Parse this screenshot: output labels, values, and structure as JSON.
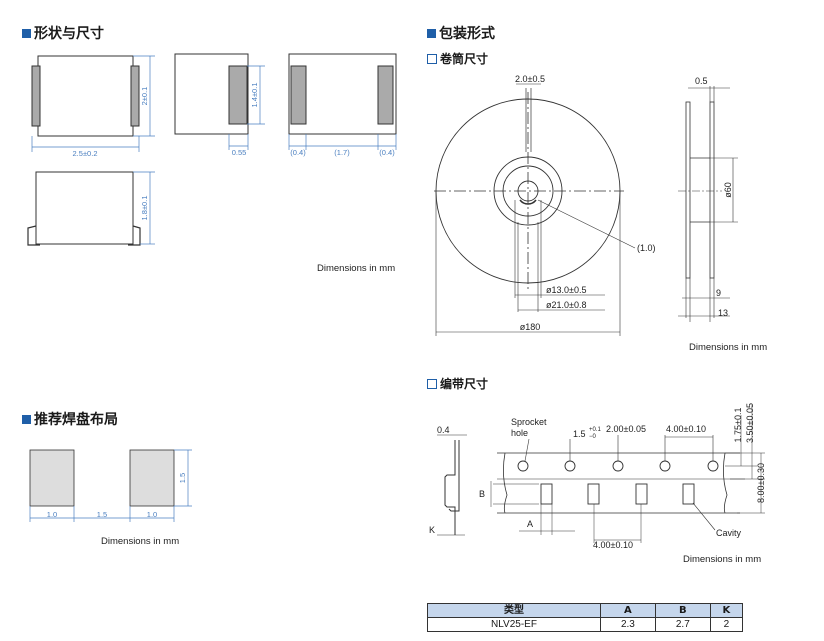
{
  "sections": {
    "shape": "形状与尺寸",
    "packaging": "包装形式",
    "reel": "卷筒尺寸",
    "land": "推荐焊盘布局",
    "tape": "编带尺寸"
  },
  "dims_note": "Dimensions in mm",
  "shape_dims": {
    "height": "2±0.1",
    "width": "2.5±0.2",
    "term_h": "1.4±0.1",
    "term_w": "0.55",
    "side_l": "(0.4)",
    "side_m": "(1.7)",
    "side_r": "(0.4)",
    "thick": "1.8±0.1"
  },
  "reel_dims": {
    "slot": "2.0±0.5",
    "flange": "0.5",
    "hub_d": "ø60",
    "r1": "(1.0)",
    "d13": "ø13.0±0.5",
    "d21": "ø21.0±0.8",
    "d180": "ø180",
    "w9": "9",
    "w13": "13"
  },
  "land_dims": {
    "pad": "1.0",
    "gap": "1.5",
    "pad2": "1.0",
    "h": "1.5"
  },
  "tape_dims": {
    "t": "0.4",
    "sprocket": "Sprocket",
    "hole": "hole",
    "hole_d": "1.5",
    "hole_tol_plus": "+0.1",
    "hole_tol_minus": "−0",
    "p2": "2.00±0.05",
    "p0": "4.00±0.10",
    "e": "1.75±0.1",
    "f": "3.50±0.05",
    "w": "8.00±0.30",
    "p1": "4.00±0.10",
    "a": "A",
    "b": "B",
    "k": "K",
    "cavity": "Cavity"
  },
  "table": {
    "headers": [
      "类型",
      "A",
      "B",
      "K"
    ],
    "rows": [
      [
        "NLV25-EF",
        "2.3",
        "2.7",
        "2"
      ]
    ]
  }
}
